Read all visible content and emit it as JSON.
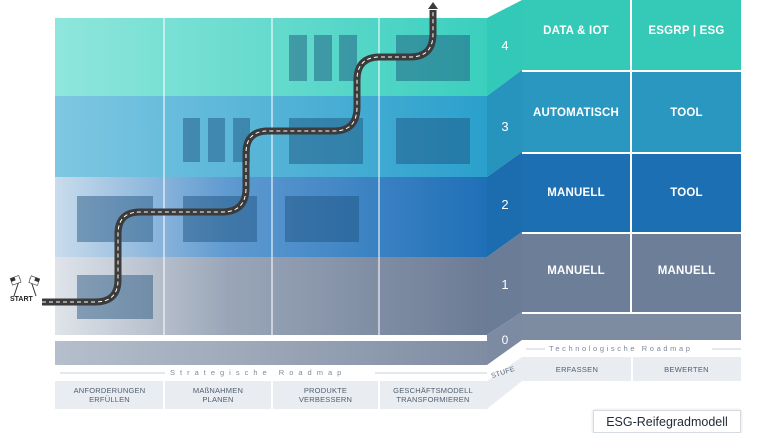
{
  "strategic_columns": [
    "ANFORDERUNGEN\nERFÜLLEN",
    "MAßNAHMEN\nPLANEN",
    "PRODUKTE\nVERBESSERN",
    "GESCHÄFTSMODELL\nTRANSFORMIEREN"
  ],
  "strategic_roadmap_title": "Strategische Roadmap",
  "technology_roadmap_title": "Technologische Roadmap",
  "technology_columns": [
    "ERFASSEN",
    "BEWERTEN"
  ],
  "stufe_label": "STUFE",
  "levels": [
    "0",
    "1",
    "2",
    "3",
    "4"
  ],
  "matrix": {
    "level4": [
      "DATA & IOT",
      "ESGRP | ESG"
    ],
    "level3": [
      "AUTOMATISCH",
      "TOOL"
    ],
    "level2": [
      "MANUELL",
      "TOOL"
    ],
    "level1": [
      "MANUELL",
      "MANUELL"
    ]
  },
  "start_label": "START",
  "caption": "ESG-Reifegradmodell",
  "colors": {
    "level4": "#2fc7b6",
    "level3": "#2a9bc3",
    "level2": "#1f73b5",
    "level1": "#6d7f99",
    "base": "#8b98ab",
    "road": "#3b3b3b"
  }
}
